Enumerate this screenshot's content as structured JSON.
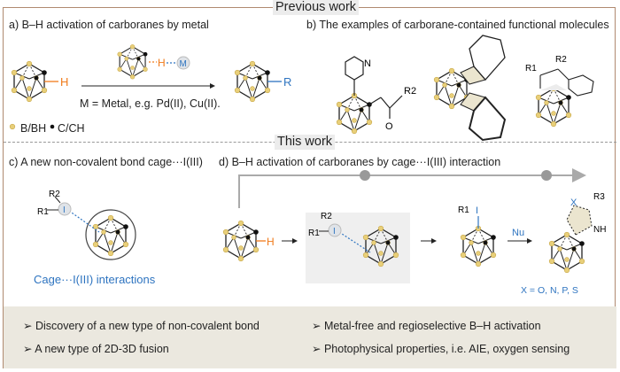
{
  "sections": {
    "previous": "Previous work",
    "this": "This work"
  },
  "panels": {
    "a": {
      "title": "a) B–H activation of carboranes by metal",
      "condition": "M = Metal, e.g. Pd(II), Cu(II).",
      "legend_b": "B/BH",
      "legend_c": "C/CH",
      "h_label": "H",
      "m_label": "M",
      "r_label": "R"
    },
    "b": {
      "title": "b) The examples of carborane-contained functional molecules",
      "n_label": "N",
      "o_label": "O",
      "r1": "R1",
      "r2": "R2"
    },
    "c": {
      "title": "c) A new non-covalent bond cage···I(III)",
      "caption": "Cage···I(III) interactions",
      "i_label": "I"
    },
    "d": {
      "title": "d) B–H activation of carboranes by cage···I(III) interaction",
      "nu_label": "Nu",
      "x_label": "X",
      "nh_label": "NH",
      "r3": "R3",
      "x_note": "X = O, N, P, S"
    }
  },
  "highlights": [
    "➢ Discovery of a new type of non-covalent bond",
    "➢ A new type of 2D-3D fusion",
    "➢ Metal-free and regioselective B–H activation",
    "➢ Photophysical properties, i.e. AIE, oxygen sensing"
  ],
  "colors": {
    "boron": "#e8cf7a",
    "hydrogen": "#f07b1b",
    "accent_blue": "#2e74c0",
    "frame": "#b08a70",
    "highlight_bg": "#ebe8df"
  }
}
